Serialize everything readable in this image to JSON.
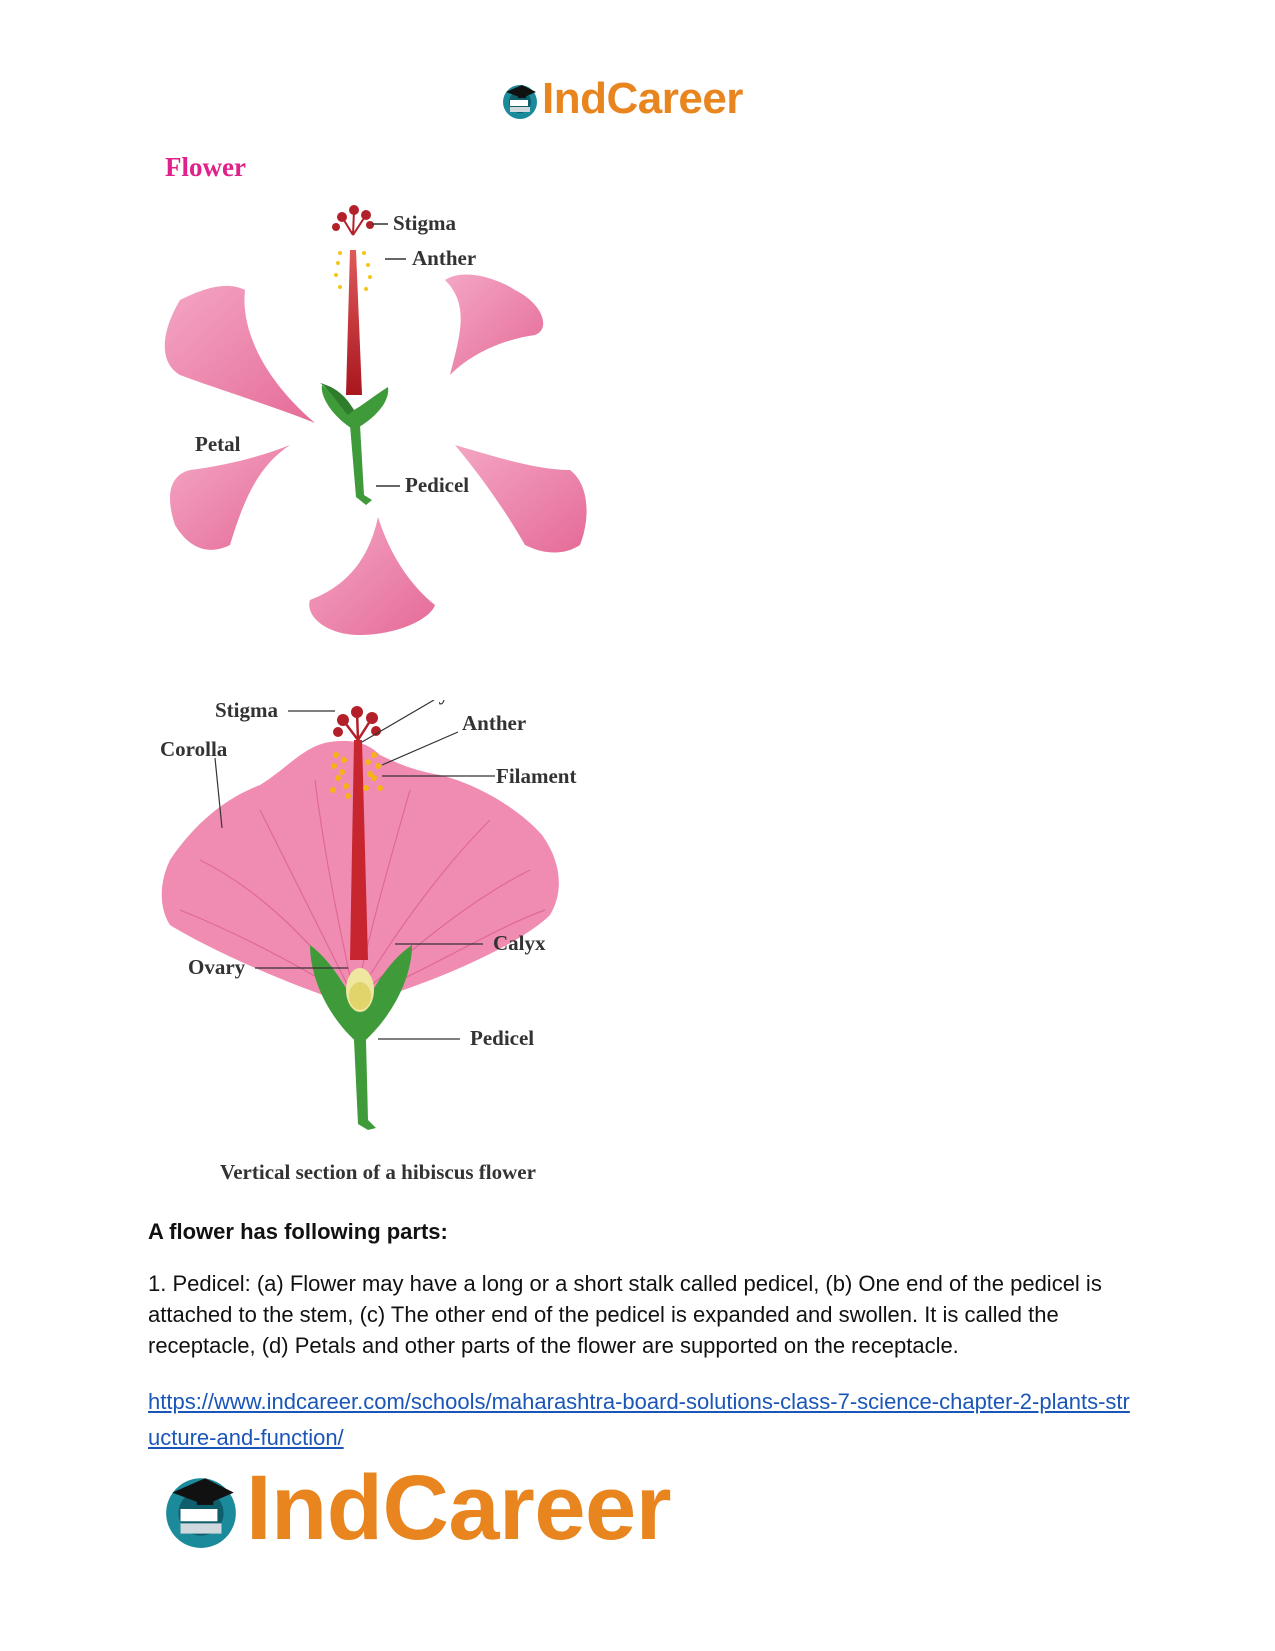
{
  "brand": {
    "name": "IndCareer"
  },
  "section": {
    "title": "Flower"
  },
  "diagram1": {
    "labels": {
      "stigma": "Stigma",
      "anther": "Anther",
      "petal": "Petal",
      "pedicel": "Pedicel"
    }
  },
  "diagram2": {
    "labels": {
      "stigma": "Stigma",
      "style": "Style",
      "anther": "Anther",
      "corolla": "Corolla",
      "filament": "Filament",
      "calyx": "Calyx",
      "ovary": "Ovary",
      "pedicel": "Pedicel"
    },
    "caption": "Vertical section of a hibiscus flower"
  },
  "content": {
    "parts_heading": "A flower has following parts:",
    "paragraph": "1. Pedicel: (a) Flower may have a long or a short stalk called pedicel, (b) One end of the pedicel is attached to the stem, (c) The other end of the pedicel is expanded and swollen. It is called the receptacle, (d) Petals and other parts of the flower are supported on the receptacle.",
    "link": "https://www.indcareer.com/schools/maharashtra-board-solutions-class-7-science-chapter-2-plants-structure-and-function/"
  },
  "colors": {
    "petal": "#f08cb2",
    "stem": "#3f9a3a",
    "pistil": "#c8262e",
    "pollen": "#f5c518",
    "brand": "#e8851f",
    "heading": "#e0218a",
    "link": "#1a56b8"
  }
}
